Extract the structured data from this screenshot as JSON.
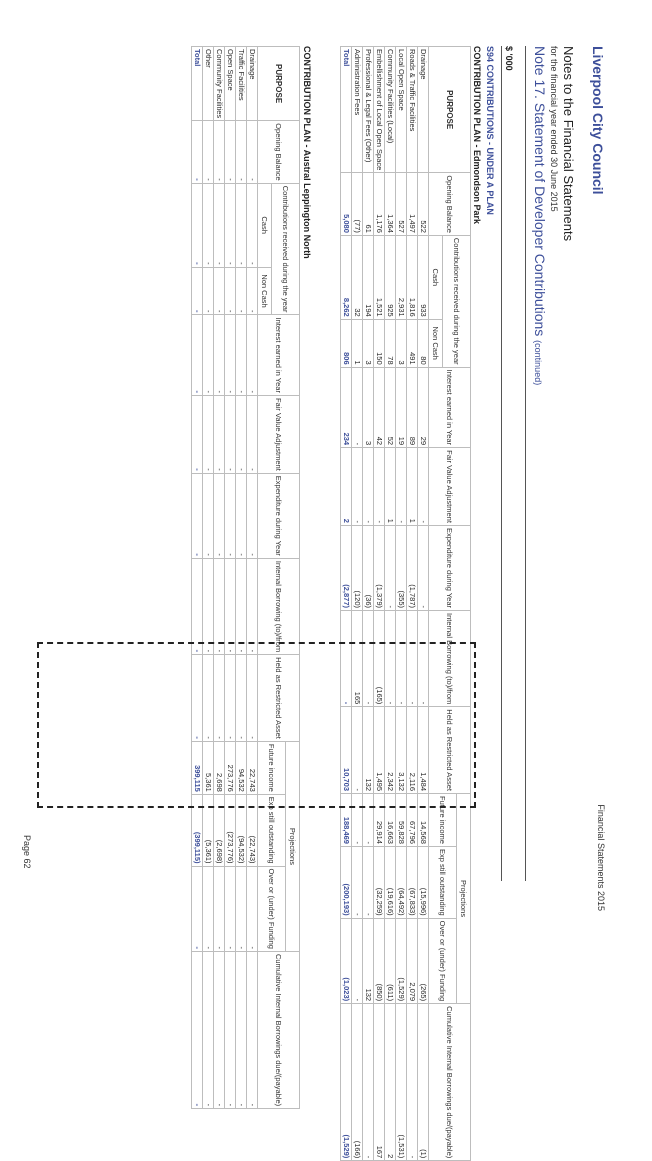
{
  "header": {
    "org": "Liverpool City Council",
    "financial_statements": "Financial Statements 2015",
    "title": "Notes to the Financial Statements",
    "subtitle": "for the financial year ended 30 June 2015",
    "note_title": "Note 17. Statement of Developer Contributions",
    "note_suffix": "(continued)"
  },
  "units": "$ '000",
  "section_heading": "S94 CONTRIBUTIONS - UNDER A PLAN",
  "edmondson": {
    "title": "CONTRIBUTION PLAN - Edmondson Park",
    "headers": {
      "purpose": "PURPOSE",
      "opening": "Opening Balance",
      "contrib_group": "Contributions received during the year",
      "cash": "Cash",
      "noncash": "Non Cash",
      "interest": "Interest earned in Year",
      "fair": "Fair Value Adjustment",
      "expend": "Expenditure during Year",
      "internal": "Internal Borrowing (to)/from",
      "held": "Held as Restricted Asset",
      "projections": "Projections",
      "future": "Future income",
      "exp_out": "Exp still outstanding",
      "over": "Over or (under) Funding",
      "cumulative": "Cumulative Internal Borrowings due/(payable)"
    },
    "rows": [
      [
        "Drainage",
        "522",
        "933",
        "80",
        "29",
        "-",
        "-",
        "-",
        "1,484",
        "14,568",
        "(15,996)",
        "(265)",
        "(1)"
      ],
      [
        "Roads & Traffic Facilities",
        "1,497",
        "1,816",
        "491",
        "89",
        "1",
        "(1,787)",
        "-",
        "2,116",
        "67,796",
        "(67,833)",
        "2,079",
        "-"
      ],
      [
        "Local Open Space",
        "527",
        "2,931",
        "3",
        "19",
        "-",
        "(355)",
        "-",
        "3,132",
        "59,828",
        "(64,492)",
        "(1,529)",
        "(1,531)"
      ],
      [
        "Community Facilities (Local)",
        "1,364",
        "925",
        "78",
        "52",
        "1",
        "-",
        "-",
        "2,342",
        "16,663",
        "(19,616)",
        "(611)",
        "2"
      ],
      [
        "Embellishment of Local Open Space",
        "1,176",
        "1,521",
        "150",
        "42",
        "-",
        "(1,379)",
        "(165)",
        "1,495",
        "29,914",
        "(32,259)",
        "(850)",
        "167"
      ],
      [
        "Professional & Legal Fees (Other)",
        "61",
        "194",
        "3",
        "3",
        "-",
        "(36)",
        "-",
        "132",
        "-",
        "-",
        "132",
        "-"
      ],
      [
        "Administration Fees",
        "(77)",
        "32",
        "1",
        "-",
        "-",
        "(120)",
        "165",
        "-",
        "-",
        "-",
        "-",
        "(166)"
      ]
    ],
    "total": [
      "Total",
      "5,080",
      "8,262",
      "806",
      "234",
      "2",
      "(2,877)",
      "-",
      "10,703",
      "188,469",
      "(200,193)",
      "(1,023)",
      "(1,529)"
    ]
  },
  "austral": {
    "title": "CONTRIBUTION PLAN - Austral Leppington North",
    "rows": [
      [
        "Drainage",
        "-",
        "-",
        "-",
        "-",
        "-",
        "-",
        "-",
        "-",
        "22,743",
        "(22,743)",
        "-",
        "-"
      ],
      [
        "Traffic Facilities",
        "-",
        "-",
        "-",
        "-",
        "-",
        "-",
        "-",
        "-",
        "94,532",
        "(94,532)",
        "-",
        "-"
      ],
      [
        "Open Space",
        "-",
        "-",
        "-",
        "-",
        "-",
        "-",
        "-",
        "-",
        "273,776",
        "(273,776)",
        "-",
        "-"
      ],
      [
        "Community Facilities",
        "-",
        "-",
        "-",
        "-",
        "-",
        "-",
        "-",
        "-",
        "2,698",
        "(2,698)",
        "-",
        "-"
      ],
      [
        "Other",
        "-",
        "-",
        "-",
        "-",
        "-",
        "-",
        "-",
        "-",
        "5,361",
        "(5,361)",
        "-",
        "-"
      ]
    ],
    "total": [
      "Total",
      "-",
      "-",
      "-",
      "-",
      "-",
      "-",
      "-",
      "-",
      "399,115",
      "(399,115)",
      "-",
      "-"
    ]
  },
  "page_number": "Page 62"
}
